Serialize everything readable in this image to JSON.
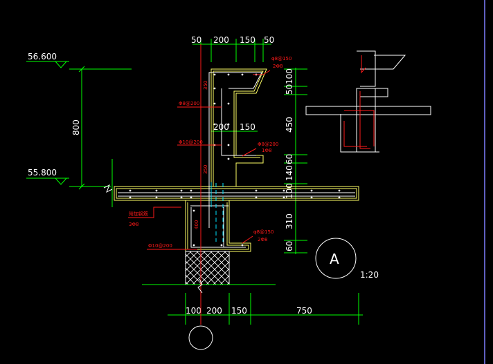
{
  "levels": {
    "top": "56.600",
    "bottom": "55.800",
    "height": "800"
  },
  "dims_top": [
    "50",
    "200",
    "150",
    "50"
  ],
  "dims_mid": [
    "200",
    "150"
  ],
  "dims_bottom": [
    "100",
    "200",
    "150",
    "750"
  ],
  "dims_right": [
    "100",
    "50",
    "450",
    "60",
    "140",
    "100",
    "310",
    "60"
  ],
  "dims_vertical_red": [
    "350",
    "350",
    "400"
  ],
  "rebar_labels": {
    "r1a": "φ8@150",
    "r1b": "2Φ8",
    "r2": "Φ8@200",
    "r3": "Φ10@200",
    "r4a": "Φ8@200",
    "r4b": "1Φ8",
    "r5a": "附加钢筋",
    "r5b": "3Φ8",
    "r6a": "φ8@150",
    "r6b": "2Φ8",
    "r7": "Φ10@200"
  },
  "section": {
    "label": "A",
    "scale": "1:20"
  },
  "colors": {
    "dimension": "#00ff00",
    "concrete": "#ffff66",
    "rebar": "#ffffff",
    "annotation": "#ff1a1a",
    "centerline": "#00e5ff",
    "border": "#8080ff"
  }
}
